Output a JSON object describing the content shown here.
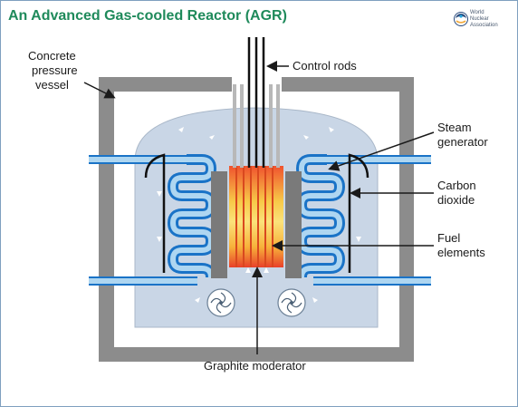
{
  "title": "An Advanced Gas-cooled Reactor (AGR)",
  "logo": {
    "lines": [
      "World",
      "Nuclear",
      "Association"
    ],
    "icon": "wna-globe-logo"
  },
  "labels": {
    "concrete": [
      "Concrete",
      "pressure",
      "vessel"
    ],
    "control_rods": "Control rods",
    "steam": [
      "Steam",
      "generator"
    ],
    "carbon": [
      "Carbon",
      "dioxide"
    ],
    "fuel": [
      "Fuel",
      "elements"
    ],
    "graphite": "Graphite moderator"
  },
  "colors": {
    "title": "#1f8a5b",
    "vessel": "#8c8c8c",
    "gas": "#c9d6e6",
    "pipe_blue": "#1a73c7",
    "pipe_light": "#aed6f1",
    "fuel_hot": "#e8402a",
    "fuel_warm": "#f7c948"
  }
}
